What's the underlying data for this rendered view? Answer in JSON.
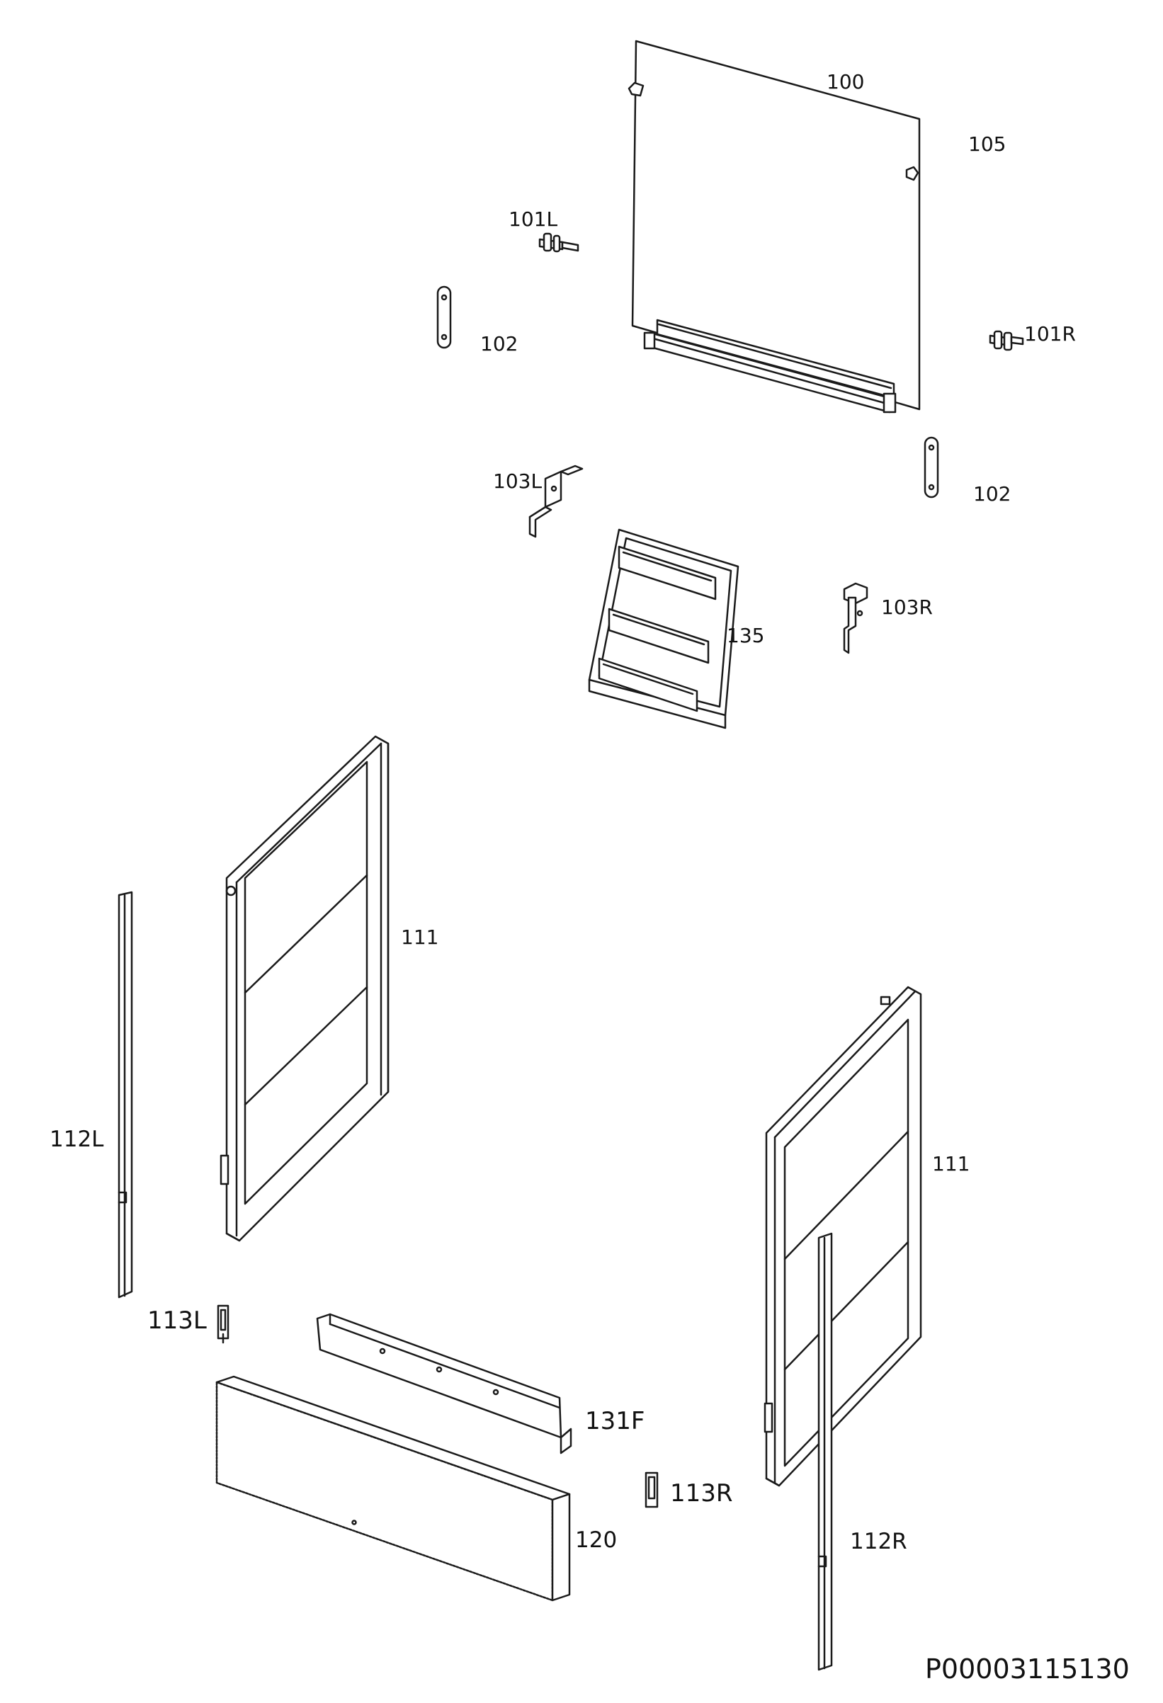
{
  "diagram": {
    "document_id": "P00003115130",
    "parts": {
      "p100": "100",
      "p105": "105",
      "p101L": "101L",
      "p101R": "101R",
      "p102a": "102",
      "p102b": "102",
      "p103L": "103L",
      "p103R": "103R",
      "p135": "135",
      "p111a": "111",
      "p111b": "111",
      "p112L": "112L",
      "p112R": "112R",
      "p113L": "113L",
      "p113R": "113R",
      "p131F": "131F",
      "p120": "120"
    }
  },
  "colors": {
    "line": "#1a1a1a",
    "background": "#ffffff",
    "fill": "#ffffff"
  }
}
